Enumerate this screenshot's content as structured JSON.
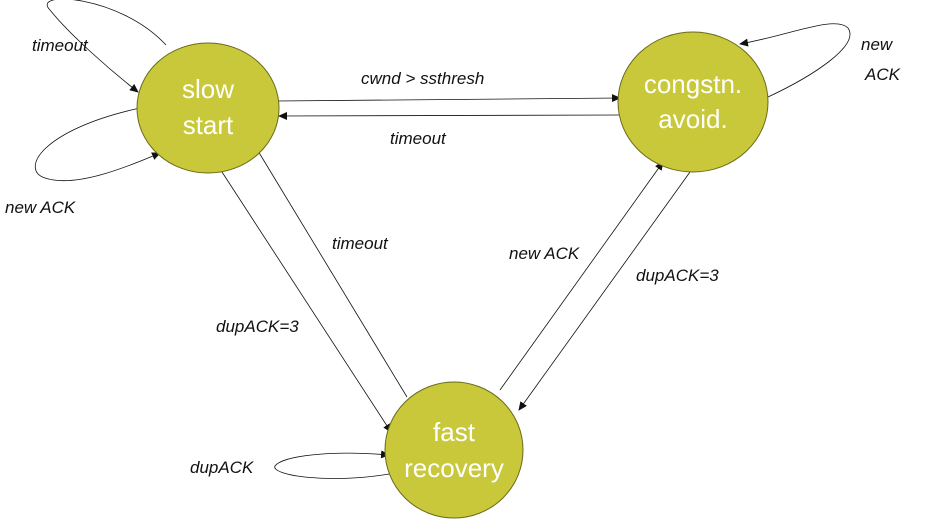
{
  "states": {
    "slow_start": {
      "line1": "slow",
      "line2": "start"
    },
    "congestion_avoidance": {
      "line1": "congstn.",
      "line2": "avoid."
    },
    "fast_recovery": {
      "line1": "fast",
      "line2": "recovery"
    }
  },
  "transitions": {
    "ss_self_timeout": "timeout",
    "ss_self_new_ack": "new ACK",
    "ss_to_ca": "cwnd > ssthresh",
    "ca_to_ss": "timeout",
    "ca_self_new_ack_line1": "new",
    "ca_self_new_ack_line2": "ACK",
    "fr_to_ss": "timeout",
    "ss_to_fr": "dupACK=3",
    "fr_to_ca": "new ACK",
    "ca_to_fr": "dupACK=3",
    "fr_self": "dupACK"
  },
  "colors": {
    "state_fill": "#c8c83a",
    "state_text": "#ffffff",
    "edge": "#111111"
  }
}
